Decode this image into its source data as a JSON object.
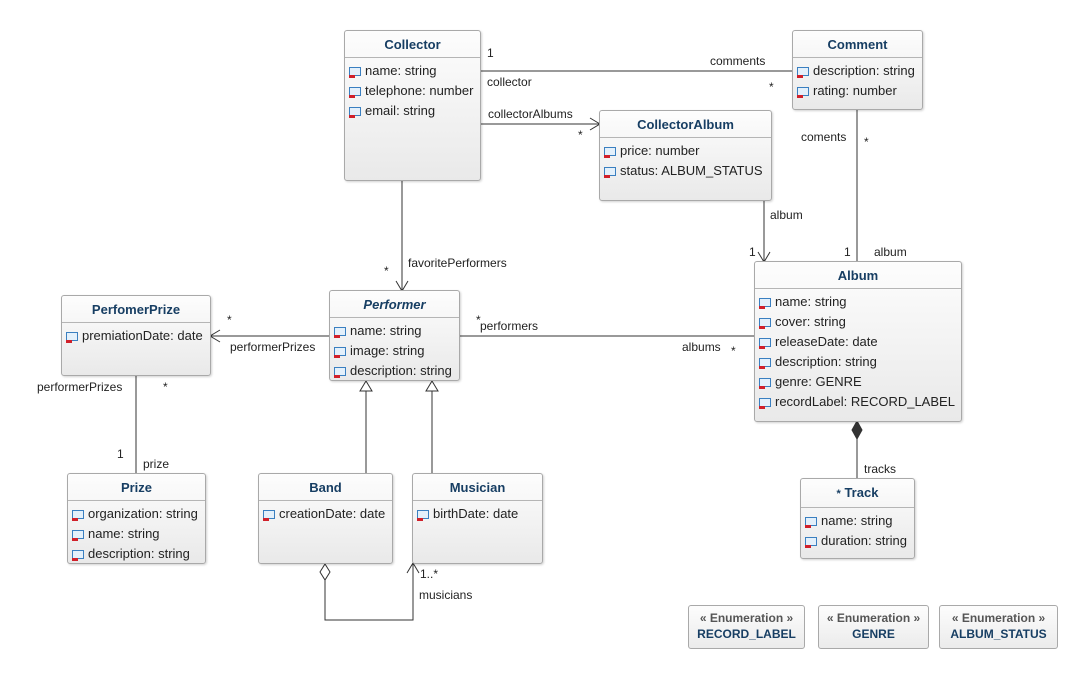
{
  "classes": {
    "collector": {
      "name": "Collector",
      "attrs": [
        "name: string",
        "telephone: number",
        "email: string"
      ]
    },
    "comment": {
      "name": "Comment",
      "attrs": [
        "description: string",
        "rating: number"
      ]
    },
    "collectorAlbum": {
      "name": "CollectorAlbum",
      "attrs": [
        "price: number",
        "status: ALBUM_STATUS"
      ]
    },
    "performer": {
      "name": "Performer",
      "attrs": [
        "name: string",
        "image: string",
        "description: string"
      ]
    },
    "album": {
      "name": "Album",
      "attrs": [
        "name: string",
        "cover: string",
        "releaseDate: date",
        "description: string",
        "genre: GENRE",
        "recordLabel: RECORD_LABEL"
      ]
    },
    "performerPrize": {
      "name": "PerfomerPrize",
      "attrs": [
        "premiationDate: date"
      ]
    },
    "prize": {
      "name": "Prize",
      "attrs": [
        "organization: string",
        "name: string",
        "description: string"
      ]
    },
    "band": {
      "name": "Band",
      "attrs": [
        "creationDate: date"
      ]
    },
    "musician": {
      "name": "Musician",
      "attrs": [
        "birthDate: date"
      ]
    },
    "track": {
      "name": "Track",
      "marker": "*",
      "attrs": [
        "name: string",
        "duration: string"
      ]
    }
  },
  "enumerations": {
    "stereotype": "« Enumeration »",
    "items": [
      "RECORD_LABEL",
      "GENRE",
      "ALBUM_STATUS"
    ]
  },
  "labels": {
    "collector_comment_mult_collector": "1",
    "collector_comment_role_collector": "collector",
    "collector_comment_role_comments": "comments",
    "collector_comment_mult_comments": "*",
    "collectorAlbums_role": "collectorAlbums",
    "collectorAlbums_mult": "*",
    "comment_album_role_coments": "coments",
    "comment_album_mult_coments": "*",
    "comment_album_mult_album": "1",
    "comment_album_role_album": "album",
    "collectorAlbum_album_role": "album",
    "collectorAlbum_album_mult": "1",
    "favorite_mult": "*",
    "favorite_role": "favoritePerformers",
    "performer_album_mult_performers": "*",
    "performer_album_role_performers": "performers",
    "performer_album_role_albums": "albums",
    "performer_album_mult_albums": "*",
    "performerPrizes_mult_left": "*",
    "performerPrizes_role_right": "performerPrizes",
    "prize_role_performerPrizes": "performerPrizes",
    "prize_mult_performerPrizes": "*",
    "prize_mult_prize": "1",
    "prize_role_prize": "prize",
    "tracks_role": "tracks",
    "musicians_mult": "1..*",
    "musicians_role": "musicians"
  }
}
